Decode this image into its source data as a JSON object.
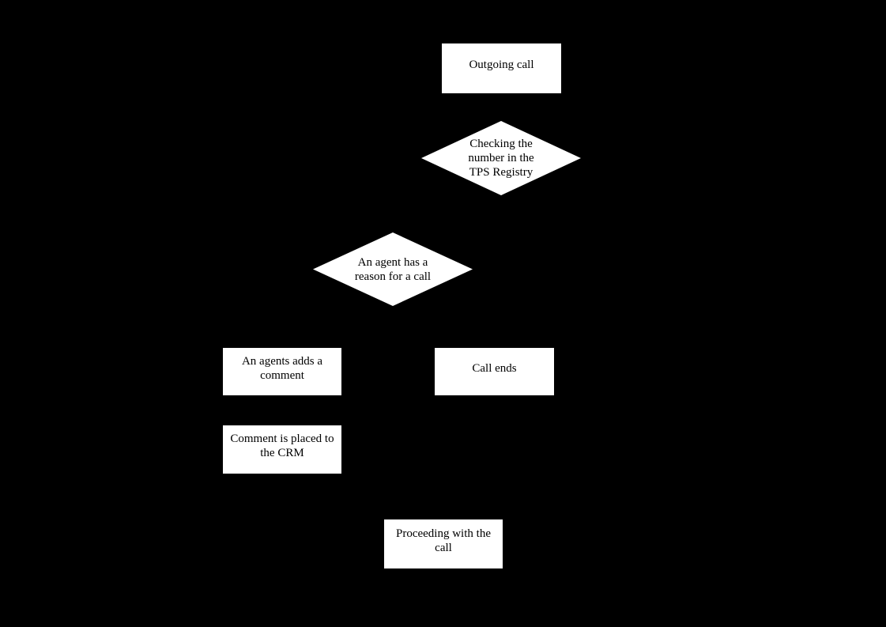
{
  "diagram": {
    "type": "flowchart",
    "background_color": "#000000",
    "node_fill_color": "#ffffff",
    "node_text_color": "#000000",
    "nodes": {
      "outgoing_call": {
        "type": "process",
        "label": "Outgoing call"
      },
      "tps_check": {
        "type": "decision",
        "label": "Checking the\nnumber in the\nTPS Registry"
      },
      "reason_check": {
        "type": "decision",
        "label": "An agent has a\nreason for a call"
      },
      "add_comment": {
        "type": "process",
        "label": "An agents adds a\ncomment"
      },
      "call_ends": {
        "type": "process",
        "label": "Call ends"
      },
      "comment_crm": {
        "type": "process",
        "label": "Comment is placed to\nthe CRM"
      },
      "proceed_call": {
        "type": "process",
        "label": "Proceeding with the\ncall"
      }
    }
  }
}
